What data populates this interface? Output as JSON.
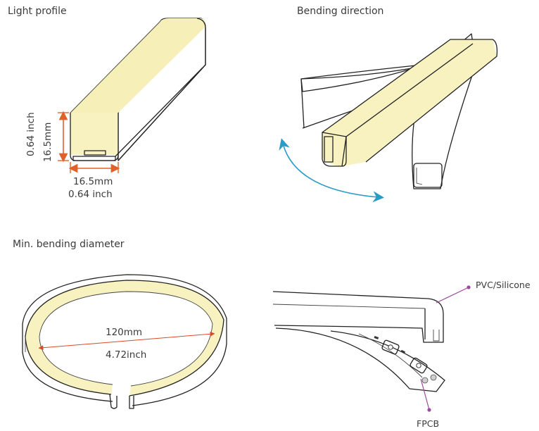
{
  "titles": {
    "light_profile": "Light profile",
    "bending_direction": "Bending direction",
    "min_bending_diameter": "Min. bending diameter"
  },
  "light_profile": {
    "height_mm": "16.5mm",
    "height_inch": "0.64 inch",
    "width_mm": "16.5mm",
    "width_inch": "0.64 inch"
  },
  "min_bending": {
    "diameter_mm": "120mm",
    "diameter_inch": "4.72inch"
  },
  "callouts": {
    "pvc": "PVC/Silicone",
    "fpcb": "FPCB"
  },
  "colors": {
    "light_fill": "#f8f2c0",
    "dimension_orange": "#e0622a",
    "arrow_blue": "#2a9cc8",
    "callout_purple": "#9a4b9a",
    "diameter_red": "#d94a2a"
  }
}
